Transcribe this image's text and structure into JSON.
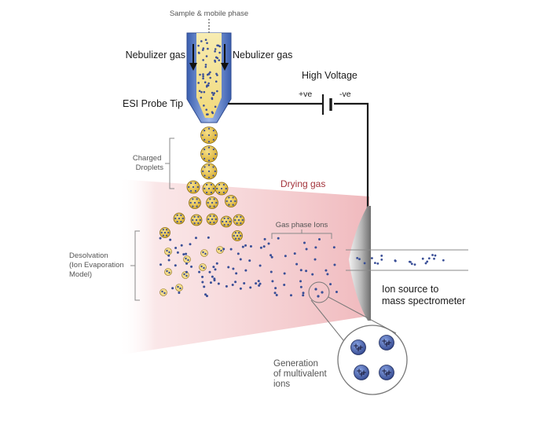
{
  "labels": {
    "sample": "Sample & mobile phase",
    "nebulizer_left": "Nebulizer gas",
    "nebulizer_right": "Nebulizer gas",
    "high_voltage": "High Voltage",
    "positive": "+ve",
    "negative": "-ve",
    "probe_tip": "ESI Probe Tip",
    "charged_droplets": [
      "Charged",
      "Droplets"
    ],
    "drying_gas": "Drying gas",
    "gas_phase_ions": "Gas phase Ions",
    "desolvation": [
      "Desolvation",
      "(Ion Evaporation",
      "Model)"
    ],
    "ion_source": [
      "Ion source to",
      "mass spectrometer"
    ],
    "multivalent": [
      "Generation",
      "of multivalent",
      "ions"
    ]
  },
  "colors": {
    "droplet_fill": "#e7c24c",
    "droplet_edge": "#8a6d12",
    "ion_blue": "#3a4f97",
    "drying_pink": "#f3c6c9",
    "drying_label": "#a3333b",
    "wire": "#1a1a1a",
    "capillary_grey": "#8a8a8a"
  },
  "icons": {
    "arrow": "down-arrow-icon",
    "battery": "battery-icon",
    "plus": "plus-icon"
  }
}
